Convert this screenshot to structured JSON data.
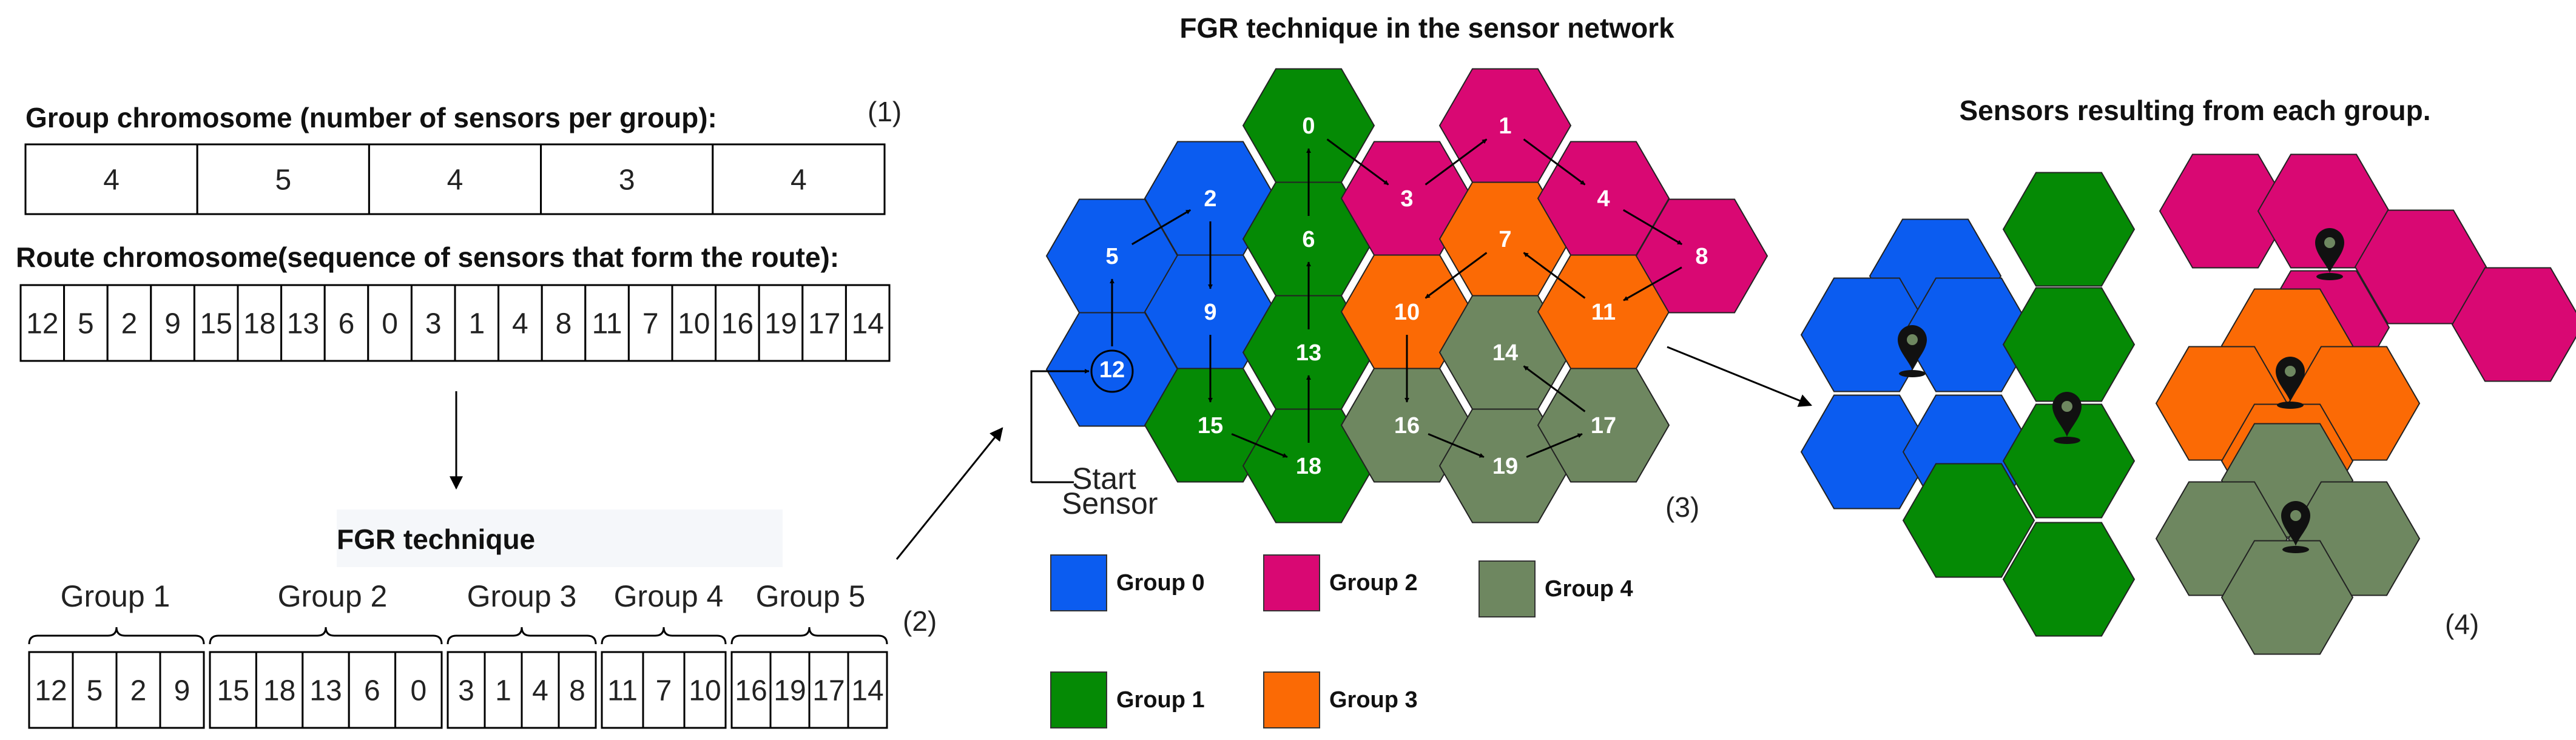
{
  "panel1": {
    "group_chromosome_label": "Group chromosome (number of sensors per group):",
    "label_index": "(1)",
    "group_chromosome": [
      "4",
      "5",
      "4",
      "3",
      "4"
    ],
    "route_chromosome_label": "Route chromosome(sequence of sensors that form the route):",
    "route_chromosome": [
      "12",
      "5",
      "2",
      "9",
      "15",
      "18",
      "13",
      "6",
      "0",
      "3",
      "1",
      "4",
      "8",
      "11",
      "7",
      "10",
      "16",
      "19",
      "17",
      "14"
    ]
  },
  "panel2": {
    "title": "FGR technique",
    "label_index": "(2)",
    "groups": [
      {
        "label": "Group 1",
        "cells": [
          "12",
          "5",
          "2",
          "9"
        ]
      },
      {
        "label": "Group 2",
        "cells": [
          "15",
          "18",
          "13",
          "6",
          "0"
        ]
      },
      {
        "label": "Group 3",
        "cells": [
          "3",
          "1",
          "4",
          "8"
        ]
      },
      {
        "label": "Group 4",
        "cells": [
          "11",
          "7",
          "10"
        ]
      },
      {
        "label": "Group 5",
        "cells": [
          "16",
          "19",
          "17",
          "14"
        ]
      }
    ]
  },
  "panel3": {
    "title": "FGR technique in the sensor network",
    "label_index": "(3)",
    "start_sensor_line1": "Start",
    "start_sensor_line2": "Sensor",
    "hex_labels": [
      "0",
      "1",
      "2",
      "3",
      "4",
      "5",
      "6",
      "7",
      "8",
      "9",
      "10",
      "11",
      "12",
      "13",
      "14",
      "15",
      "16",
      "17",
      "18",
      "19"
    ],
    "legend": [
      {
        "label": "Group 0",
        "color": "#0b5cf0"
      },
      {
        "label": "Group 1",
        "color": "#058a05"
      },
      {
        "label": "Group 2",
        "color": "#d90873"
      },
      {
        "label": "Group 3",
        "color": "#fb6a05"
      },
      {
        "label": "Group 4",
        "color": "#6e8760"
      }
    ]
  },
  "panel4": {
    "title": "Sensors resulting from each group.",
    "label_index": "(4)"
  },
  "colors": {
    "blue": "#0b5cf0",
    "green": "#058a05",
    "magenta": "#d90873",
    "orange": "#fb6a05",
    "gray": "#6e8760"
  }
}
